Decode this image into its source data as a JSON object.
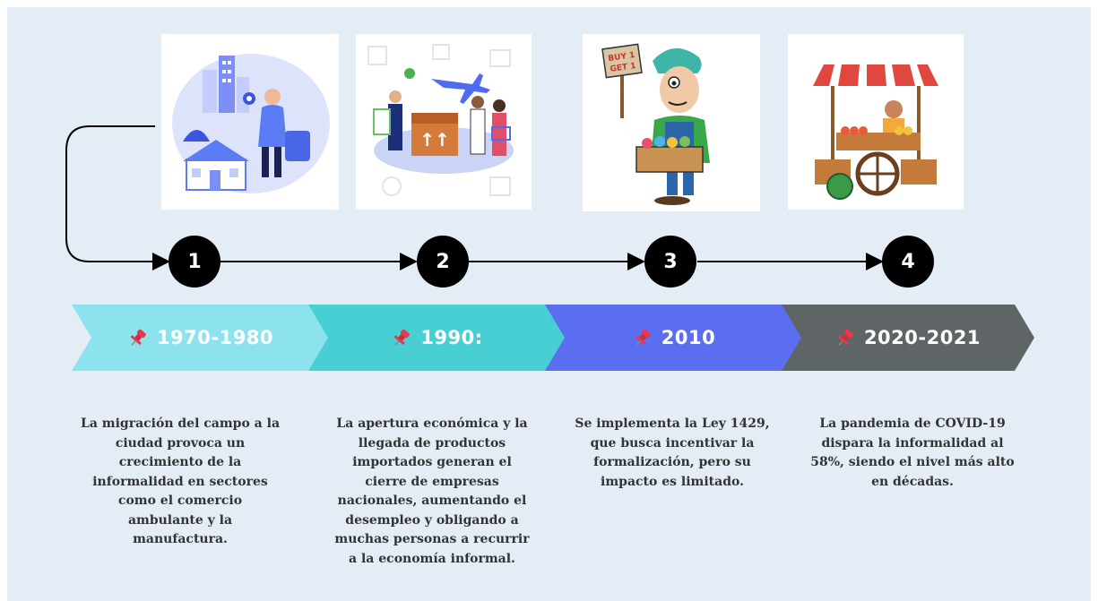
{
  "steps": [
    {
      "number": "1",
      "period": "1970-1980",
      "icon": "migration-city-icon",
      "description": "La migración del campo a la ciudad provoca un crecimiento de la informalidad en sectores como el comercio ambulante y la manufactura."
    },
    {
      "number": "2",
      "period": "1990:",
      "icon": "trade-import-icon",
      "description": "La apertura económica y la llegada de productos importados generan el cierre de empresas nacionales, aumentando el desempleo y obligando a muchas personas a recurrir a la economía informal."
    },
    {
      "number": "3",
      "period": "2010",
      "icon": "street-vendor-icon",
      "description": "Se implementa la Ley 1429, que busca incentivar la formalización, pero su impacto es limitado."
    },
    {
      "number": "4",
      "period": "2020-2021",
      "icon": "market-stall-icon",
      "description": "La pandemia de COVID-19 dispara la informalidad al 58%, siendo el nivel más alto en décadas."
    }
  ],
  "sign_text": {
    "line1": "BUY 1",
    "line2": "GET 1"
  },
  "colors": {
    "background": "#e4ecf6",
    "banner_1": "#8ce3ee",
    "banner_2": "#48cfd4",
    "banner_3": "#5b6ef0",
    "banner_4": "#5f6466",
    "pin": "#e8384f"
  }
}
